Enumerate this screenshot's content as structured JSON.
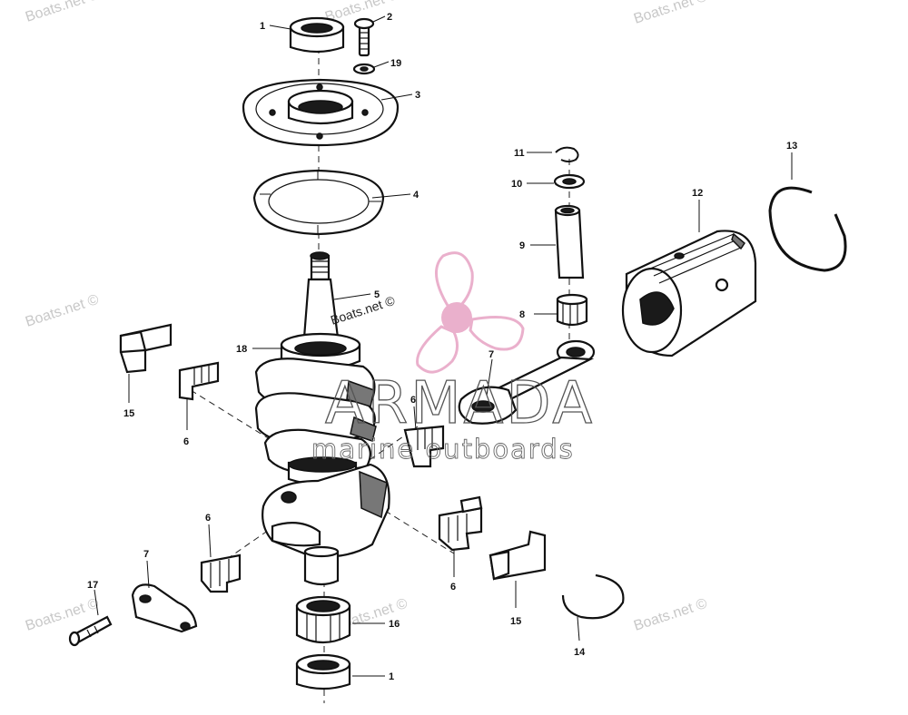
{
  "watermarks": {
    "boats": "Boats.net ©",
    "center": "Boats.net ©"
  },
  "logo": {
    "brand_name": "ARMADA",
    "brand_tagline": "marine outboards",
    "propeller_color": "#e7a3c4"
  },
  "callouts": [
    "1",
    "2",
    "19",
    "3",
    "4",
    "5",
    "18",
    "15",
    "6",
    "6",
    "7",
    "8",
    "9",
    "10",
    "11",
    "12",
    "13",
    "6",
    "6",
    "7",
    "15",
    "14",
    "17",
    "16",
    "1"
  ]
}
